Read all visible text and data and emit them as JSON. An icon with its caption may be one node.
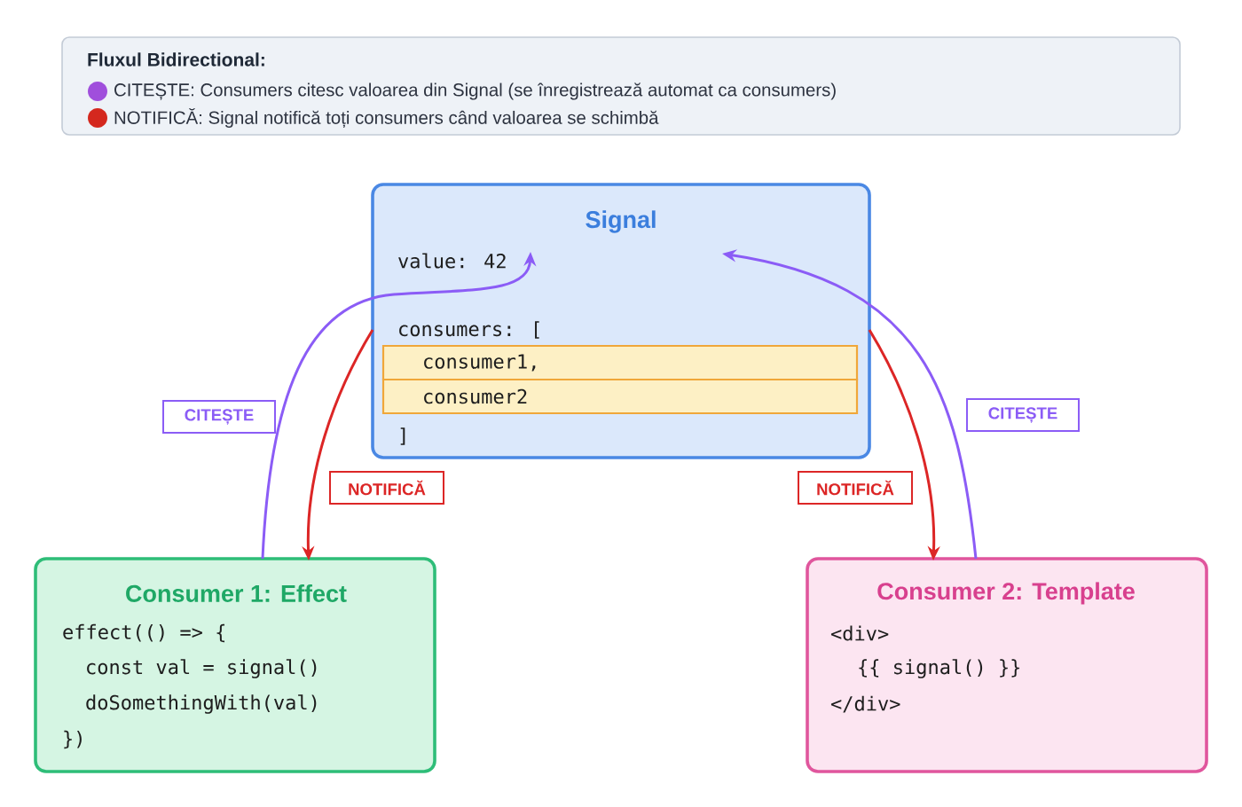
{
  "diagram": {
    "nodes": [
      {
        "text": [
          "Fluxul Bidirectional:"
        ]
      },
      {
        "text": [
          "Signal",
          "value: 42",
          "consumers: [",
          "]"
        ]
      },
      {
        "text": [
          "consumer1,"
        ],
        "in": 1
      },
      {
        "text": [
          "consumer2"
        ],
        "in": 1
      },
      {
        "text": [
          "Consumer 1: Effect",
          "effect(() => {",
          "const val = signal()",
          "doSomethingWith(val)",
          "})"
        ]
      },
      {
        "text": [
          "Consumer 2: Template",
          "<div>",
          "{{ signal() }}",
          "</div>"
        ]
      }
    ],
    "edges": [
      {
        "from": 4,
        "to": 1,
        "arrow": "to",
        "label": "CITEȘTE",
        "color": "#8b5cf6"
      },
      {
        "from": 1,
        "to": 4,
        "arrow": "to",
        "label": "NOTIFICĂ",
        "color": "#dc2626"
      },
      {
        "from": 5,
        "to": 1,
        "arrow": "to",
        "label": "CITEȘTE",
        "color": "#8b5cf6"
      },
      {
        "from": 1,
        "to": 5,
        "arrow": "to",
        "label": "NOTIFICĂ",
        "color": "#dc2626"
      }
    ],
    "legend": [
      {
        "text": "CITEȘTE: Consumers citesc valoarea din Signal (se înregistrează automat ca consumers)",
        "color": "#a04fdc"
      },
      {
        "text": "NOTIFICĂ: Signal notifică toți consumers când valoarea se schimbă",
        "color": "#d4281e"
      }
    ]
  }
}
